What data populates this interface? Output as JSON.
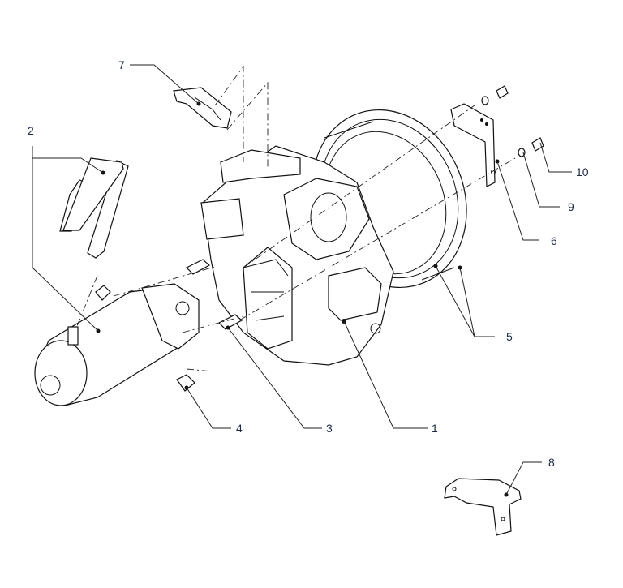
{
  "diagram": {
    "type": "exploded-parts-view",
    "callouts": [
      {
        "id": "1",
        "label": "1"
      },
      {
        "id": "2",
        "label": "2"
      },
      {
        "id": "3",
        "label": "3"
      },
      {
        "id": "4",
        "label": "4"
      },
      {
        "id": "5",
        "label": "5"
      },
      {
        "id": "6",
        "label": "6"
      },
      {
        "id": "7",
        "label": "7"
      },
      {
        "id": "8",
        "label": "8"
      },
      {
        "id": "9",
        "label": "9"
      },
      {
        "id": "10",
        "label": "10"
      }
    ],
    "colors": {
      "line": "#111111",
      "label": "#1c2a44",
      "background": "#ffffff"
    }
  }
}
